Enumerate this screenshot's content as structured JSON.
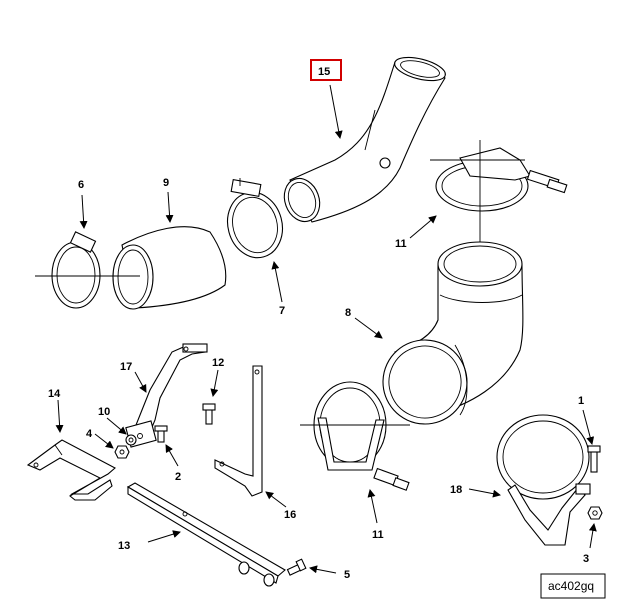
{
  "diagram": {
    "callouts": {
      "c1": "1",
      "c2": "2",
      "c3": "3",
      "c4": "4",
      "c5": "5",
      "c6": "6",
      "c7": "7",
      "c8": "8",
      "c9": "9",
      "c10": "10",
      "c11a": "11",
      "c11b": "11",
      "c12": "12",
      "c13": "13",
      "c14": "14",
      "c15": "15",
      "c16": "16",
      "c17": "17",
      "c18": "18"
    },
    "highlighted_callout": "15",
    "highlight_color": "#d10000",
    "figure_code": "ac402gq"
  }
}
